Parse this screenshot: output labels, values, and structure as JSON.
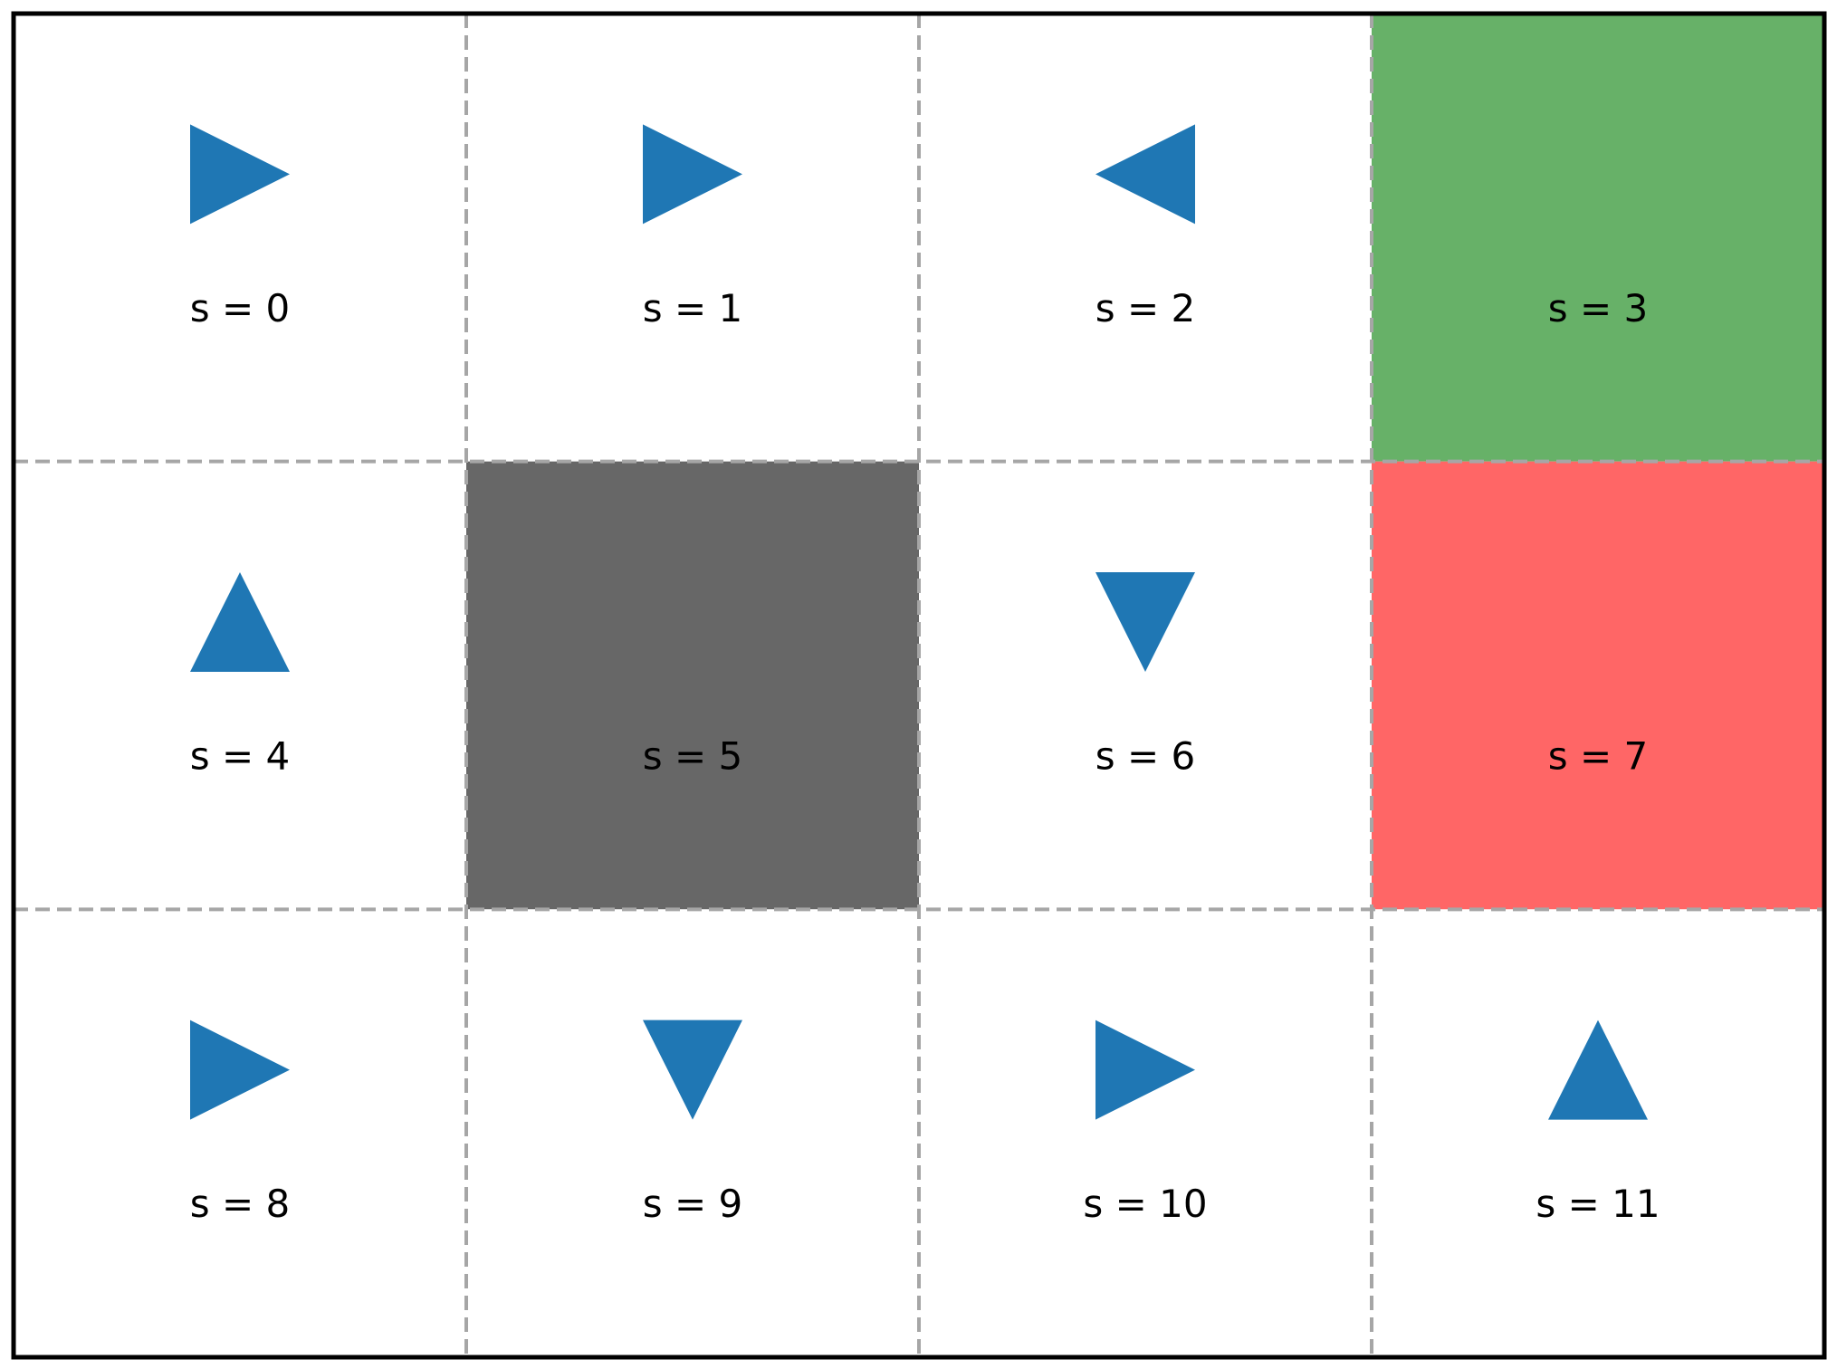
{
  "grid": {
    "rows": 3,
    "cols": 4,
    "colors": {
      "empty": "#ffffff",
      "goal": "#67b168",
      "pit": "#ff6666",
      "wall": "#676767",
      "arrow": "#1f77b4",
      "border": "#000000",
      "gridline": "#a6a6a6"
    },
    "cells": [
      {
        "state": 0,
        "label": "s = 0",
        "kind": "empty",
        "action": "right"
      },
      {
        "state": 1,
        "label": "s = 1",
        "kind": "empty",
        "action": "right"
      },
      {
        "state": 2,
        "label": "s = 2",
        "kind": "empty",
        "action": "left"
      },
      {
        "state": 3,
        "label": "s = 3",
        "kind": "goal",
        "action": null
      },
      {
        "state": 4,
        "label": "s = 4",
        "kind": "empty",
        "action": "up"
      },
      {
        "state": 5,
        "label": "s = 5",
        "kind": "wall",
        "action": null
      },
      {
        "state": 6,
        "label": "s = 6",
        "kind": "empty",
        "action": "down"
      },
      {
        "state": 7,
        "label": "s = 7",
        "kind": "pit",
        "action": null
      },
      {
        "state": 8,
        "label": "s = 8",
        "kind": "empty",
        "action": "right"
      },
      {
        "state": 9,
        "label": "s = 9",
        "kind": "empty",
        "action": "down"
      },
      {
        "state": 10,
        "label": "s = 10",
        "kind": "empty",
        "action": "right"
      },
      {
        "state": 11,
        "label": "s = 11",
        "kind": "empty",
        "action": "up"
      }
    ]
  }
}
